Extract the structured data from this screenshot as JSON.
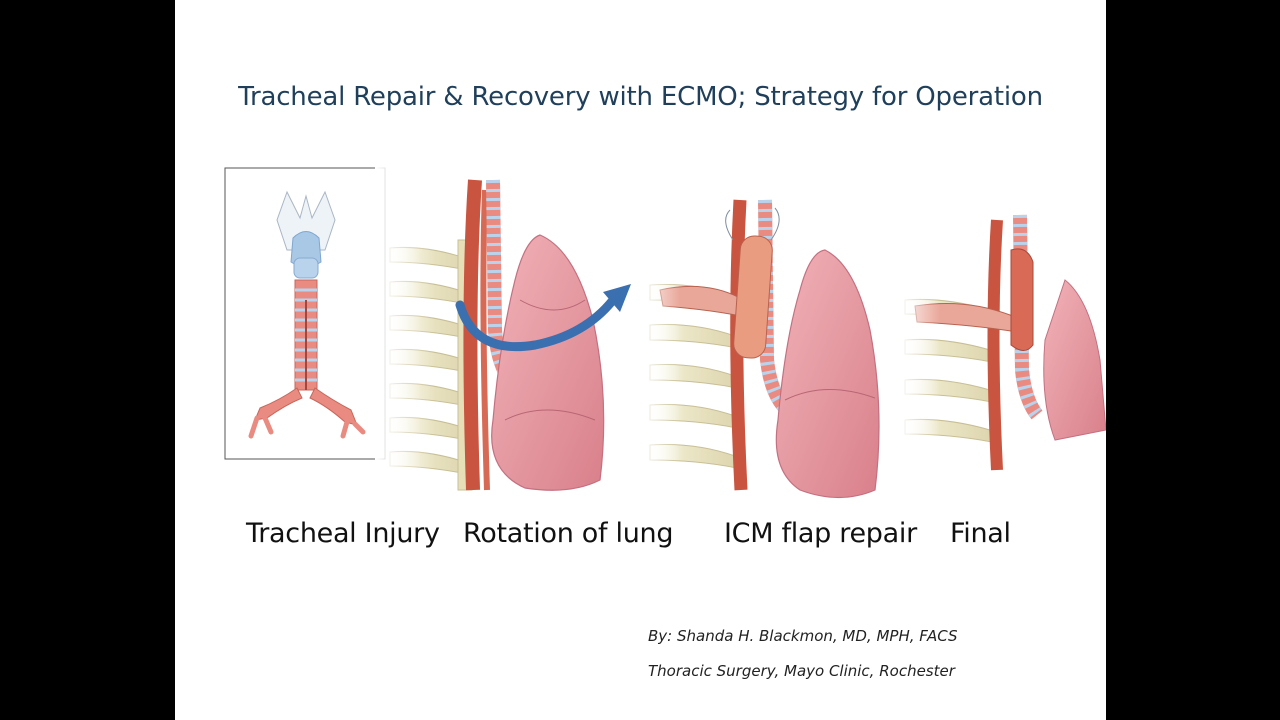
{
  "slide": {
    "title": "Tracheal Repair & Recovery with ECMO; Strategy for Operation",
    "captions": [
      "Tracheal Injury",
      "Rotation of lung",
      "ICM flap repair",
      "Final"
    ],
    "credit_author": "By: Shanda H. Blackmon, MD, MPH, FACS",
    "credit_affiliation": "Thoracic Surgery, Mayo Clinic, Rochester"
  },
  "colors": {
    "background": "#000000",
    "slide": "#ffffff",
    "title": "#1f3f5b",
    "arrow": "#3a6fb0",
    "tissue": "#e98b80",
    "lung": "#e8a0a8"
  }
}
